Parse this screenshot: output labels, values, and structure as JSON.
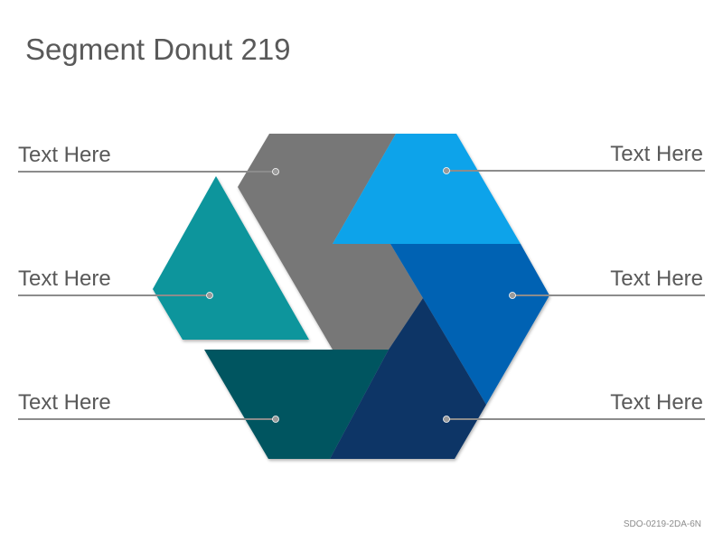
{
  "title": "Segment Donut 219",
  "labels": {
    "left_top": "Text Here",
    "left_middle": "Text Here",
    "left_bottom": "Text Here",
    "right_top": "Text Here",
    "right_middle": "Text Here",
    "right_bottom": "Text Here"
  },
  "code": "SDO-0219-2DA-6N",
  "colors": {
    "gray": "#777777",
    "light_blue": "#0EA3EA",
    "teal": "#07959C",
    "blue": "#0562B3",
    "dark_teal": "#025561",
    "navy": "#0B3566",
    "line": "#8C8C8C"
  }
}
